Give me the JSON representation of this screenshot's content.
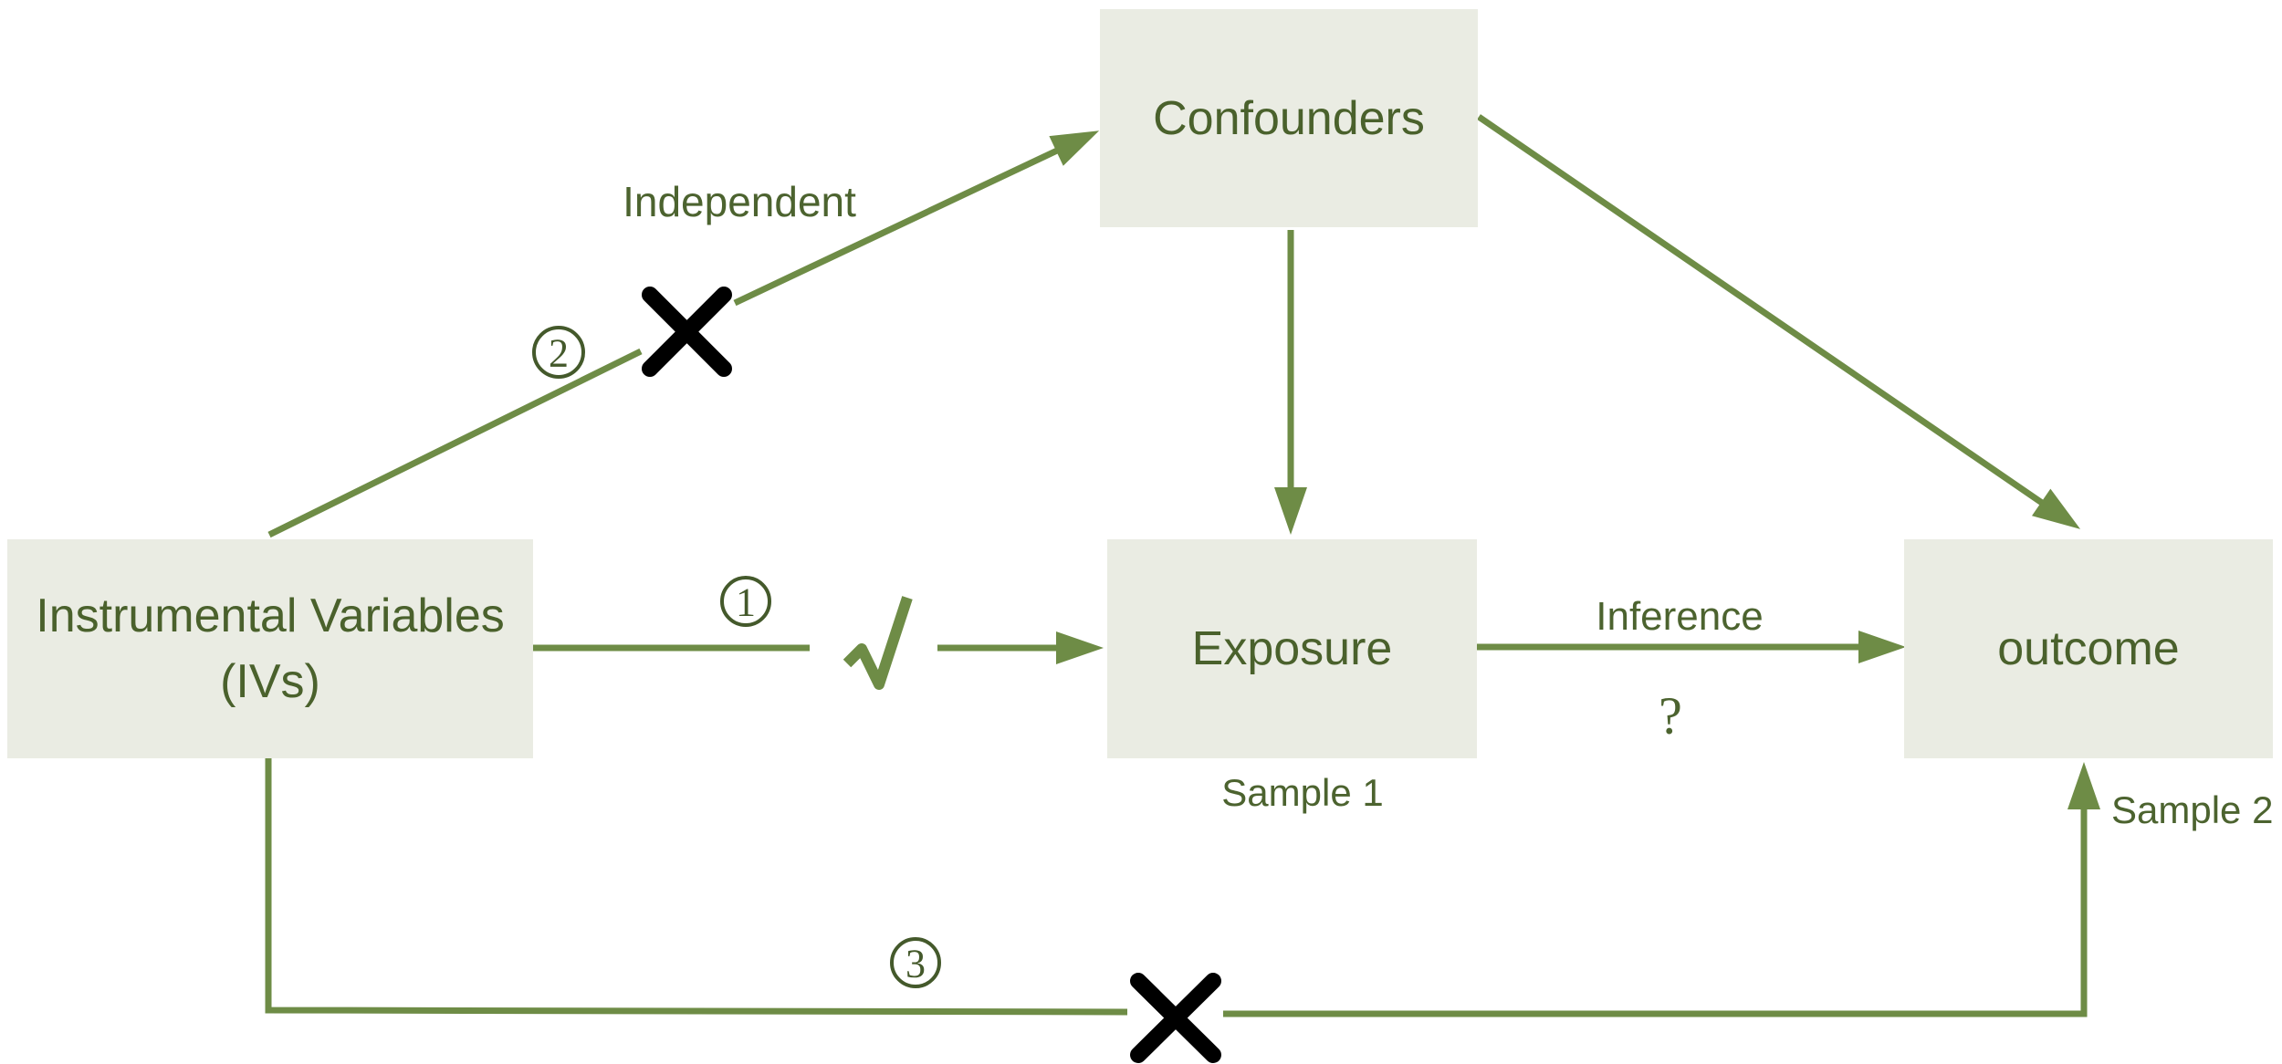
{
  "nodes": {
    "confounders": {
      "label": "Confounders"
    },
    "instrumental_variables": {
      "line1": "Instrumental Variables",
      "line2": "(IVs)"
    },
    "exposure": {
      "label": "Exposure"
    },
    "outcome": {
      "label": "outcome"
    }
  },
  "captions": {
    "sample1": "Sample 1",
    "sample2": "Sample 2"
  },
  "edges": {
    "ivs_to_exposure": {
      "number": "1",
      "mark": "check-icon"
    },
    "ivs_to_confounders": {
      "number": "2",
      "label": "Independent",
      "mark": "cross-icon"
    },
    "ivs_to_outcome": {
      "number": "3",
      "mark": "cross-icon"
    },
    "exposure_to_outcome": {
      "label": "Inference",
      "question": "?"
    },
    "confounders_to_exposure": {
      "mark": ""
    },
    "confounders_to_outcome": {
      "mark": ""
    }
  },
  "colors": {
    "arrow_green": "#6E8C46",
    "text_green": "#4A612C",
    "node_fill": "#EAECE3",
    "cross_black": "#000000"
  }
}
